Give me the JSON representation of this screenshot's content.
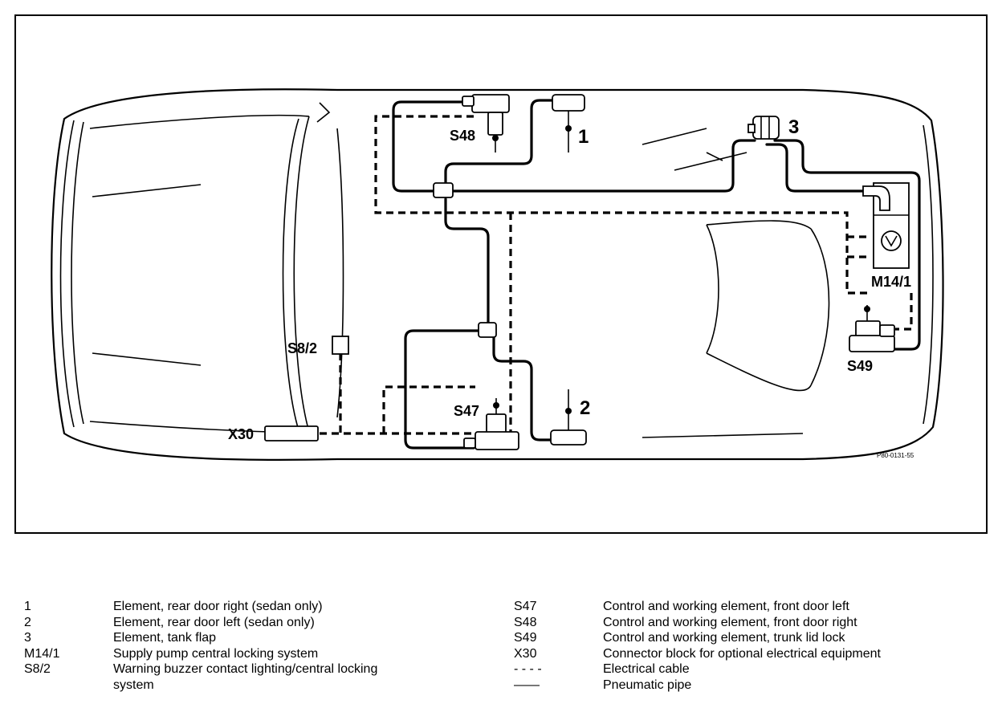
{
  "diagram": {
    "part_number": "P80-0131-55",
    "components": {
      "c1": "1",
      "c2": "2",
      "c3": "3",
      "s47": "S47",
      "s48": "S48",
      "s49": "S49",
      "m14_1": "M14/1",
      "s8_2": "S8/2",
      "x30": "X30"
    }
  },
  "legend": {
    "left": [
      {
        "code": "1",
        "text": "Element, rear door right (sedan only)"
      },
      {
        "code": "2",
        "text": "Element, rear door left (sedan only)"
      },
      {
        "code": "3",
        "text": "Element, tank flap"
      },
      {
        "code": "M14/1",
        "text": "Supply pump central locking system"
      },
      {
        "code": "S8/2",
        "text": "Warning buzzer contact lighting/central locking"
      },
      {
        "code": "",
        "text": "system"
      }
    ],
    "right": [
      {
        "code": "S47",
        "text": "Control and working element, front door left"
      },
      {
        "code": "S48",
        "text": "Control and working element, front door right"
      },
      {
        "code": "S49",
        "text": "Control and working element, trunk lid lock"
      },
      {
        "code": "X30",
        "text": "Connector block for optional electrical equipment"
      },
      {
        "code": "- - - -",
        "text": "Electrical cable"
      },
      {
        "code": "——",
        "text": "Pneumatic pipe"
      }
    ]
  }
}
